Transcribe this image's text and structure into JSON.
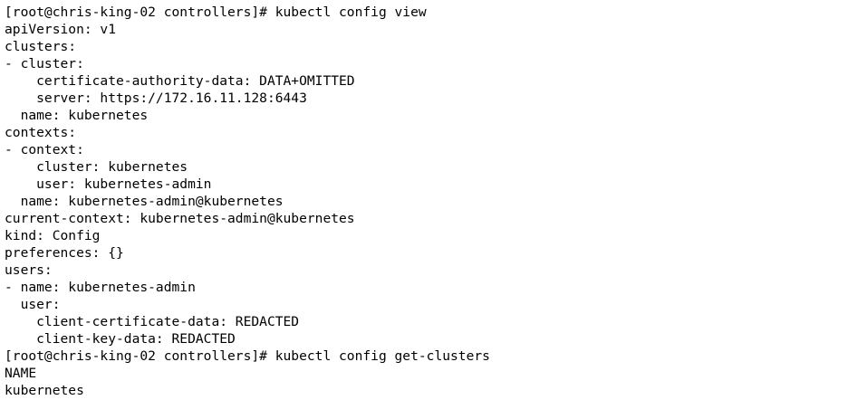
{
  "terminal": {
    "lines": [
      "[root@chris-king-02 controllers]# kubectl config view",
      "apiVersion: v1",
      "clusters:",
      "- cluster:",
      "    certificate-authority-data: DATA+OMITTED",
      "    server: https://172.16.11.128:6443",
      "  name: kubernetes",
      "contexts:",
      "- context:",
      "    cluster: kubernetes",
      "    user: kubernetes-admin",
      "  name: kubernetes-admin@kubernetes",
      "current-context: kubernetes-admin@kubernetes",
      "kind: Config",
      "preferences: {}",
      "users:",
      "- name: kubernetes-admin",
      "  user:",
      "    client-certificate-data: REDACTED",
      "    client-key-data: REDACTED",
      "[root@chris-king-02 controllers]# kubectl config get-clusters",
      "NAME",
      "kubernetes"
    ]
  }
}
